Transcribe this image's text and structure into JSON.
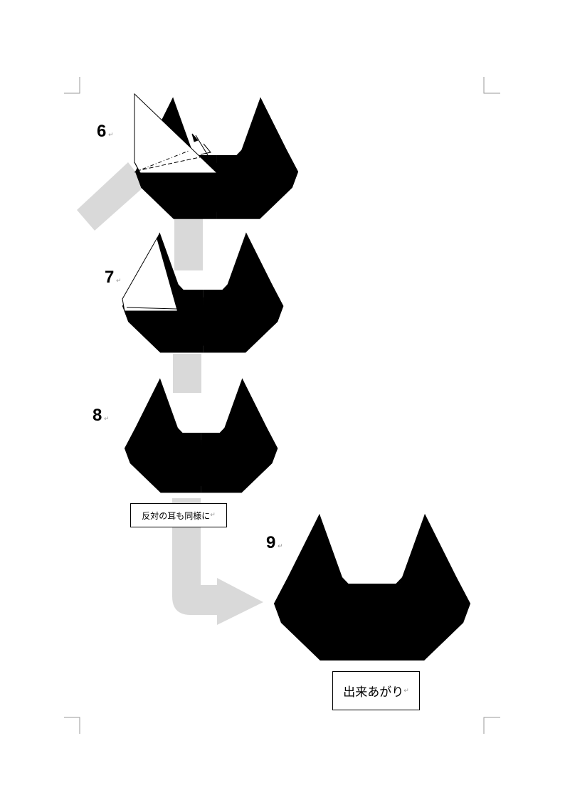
{
  "steps": [
    {
      "number": "6"
    },
    {
      "number": "7"
    },
    {
      "number": "8"
    },
    {
      "number": "9"
    }
  ],
  "captions": {
    "step8_note": "反対の耳も同様に",
    "step9_note": "出来あがり"
  },
  "return_mark": "↵",
  "colors": {
    "arrow": "#d9d9d9",
    "shade": "#bdbdbd",
    "hidden_line": "#bbbbbb"
  }
}
